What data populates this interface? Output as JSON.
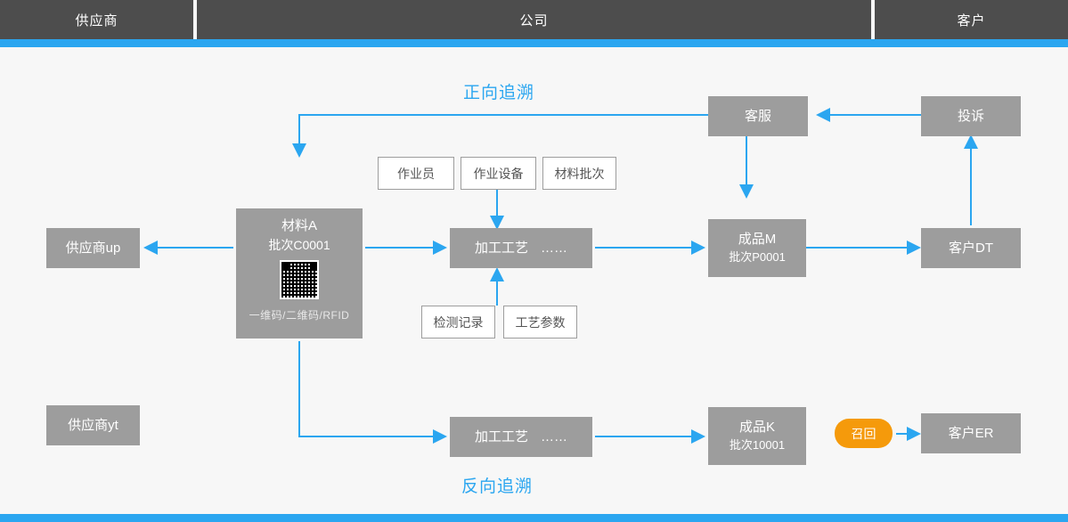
{
  "header": {
    "columns": [
      {
        "label": "供应商"
      },
      {
        "label": "公司"
      },
      {
        "label": "客户"
      }
    ]
  },
  "labels": {
    "forward": "正向追溯",
    "backward": "反向追溯"
  },
  "nodes": {
    "supplier_up": "供应商up",
    "supplier_yt": "供应商yt",
    "material_name": "材料A",
    "material_batch": "批次C0001",
    "material_codes": "一维码/二维码/RFID",
    "process_top_label": "加工工艺",
    "process_top_dots": "……",
    "process_bottom_label": "加工工艺",
    "process_bottom_dots": "……",
    "product_m_name": "成品M",
    "product_m_batch": "批次P0001",
    "product_k_name": "成品K",
    "product_k_batch": "批次10001",
    "customer_dt": "客户DT",
    "customer_er": "客户ER",
    "service": "客服",
    "complaint": "投诉",
    "recall": "召回"
  },
  "attributes": {
    "operator": "作业员",
    "equipment": "作业设备",
    "material_batch_box": "材料批次",
    "inspection_record": "检测记录",
    "process_parameter": "工艺参数"
  },
  "colors": {
    "accent": "#2ba6f0",
    "node": "#9d9d9d",
    "header": "#4d4d4d",
    "recall": "#f59a0b",
    "canvas": "#f7f7f7"
  }
}
